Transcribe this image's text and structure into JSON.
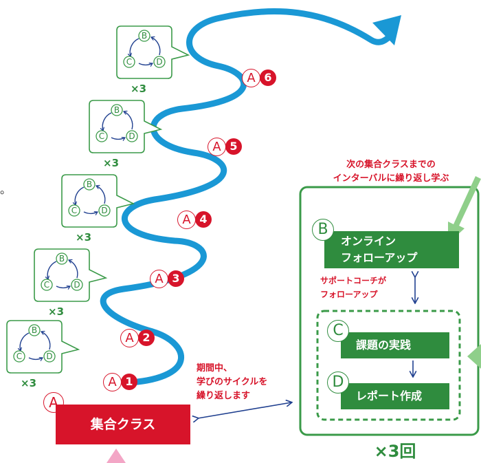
{
  "colors": {
    "spiral": "#1a98d5",
    "green": "#2f8c3e",
    "box_green": "#3a9a48",
    "red": "#d7142a",
    "navy": "#1f3f8f",
    "pink": "#f3a6c6",
    "light_green": "#8fcf8a"
  },
  "left_stages": [
    {
      "letters": [
        "B",
        "C",
        "D"
      ],
      "multiplier": "×3"
    },
    {
      "letters": [
        "B",
        "C",
        "D"
      ],
      "multiplier": "×3"
    },
    {
      "letters": [
        "B",
        "C",
        "D"
      ],
      "multiplier": "×3"
    },
    {
      "letters": [
        "B",
        "C",
        "D"
      ],
      "multiplier": "×3"
    },
    {
      "letters": [
        "B",
        "C",
        "D"
      ],
      "multiplier": "×3"
    }
  ],
  "spiral_markers": [
    {
      "letter": "A",
      "number": "1"
    },
    {
      "letter": "A",
      "number": "2"
    },
    {
      "letter": "A",
      "number": "3"
    },
    {
      "letter": "A",
      "number": "4"
    },
    {
      "letter": "A",
      "number": "5"
    },
    {
      "letter": "A",
      "number": "6"
    }
  ],
  "dot": "。",
  "class_box": {
    "letter": "A",
    "label": "集合クラス"
  },
  "period_note": [
    "期間中、",
    "学びのサイクルを",
    "繰り返します"
  ],
  "interval_note": [
    "次の集合クラスまでの",
    "インターバルに繰り返し学ぶ"
  ],
  "panel": {
    "b_letter": "B",
    "b_label": [
      "オンライン",
      "フォローアップ"
    ],
    "support_note": [
      "サポートコーチが",
      "フォローアップ"
    ],
    "c_letter": "C",
    "c_label": "課題の実践",
    "d_letter": "D",
    "d_label": "レポート作成",
    "multiplier": "×3回"
  }
}
